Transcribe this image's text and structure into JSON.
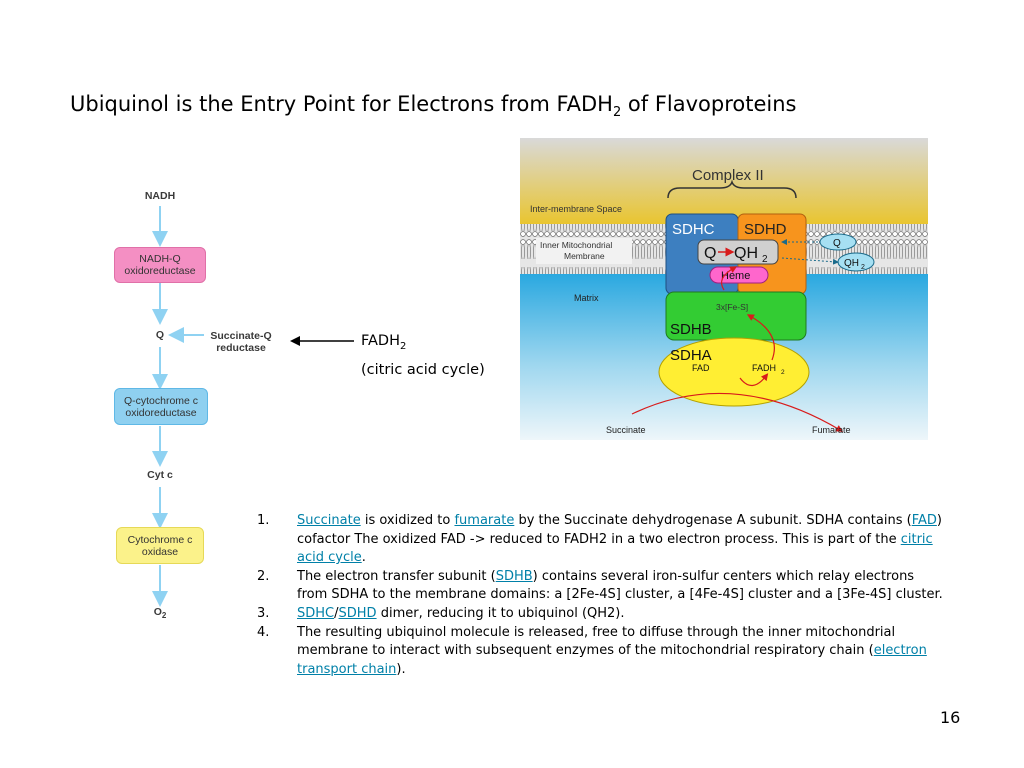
{
  "slide": {
    "title_main": "Ubiquinol is the Entry Point for Electrons from FADH",
    "title_sub": "2",
    "title_tail": " of Flavoproteins",
    "page_number": "16"
  },
  "flow": {
    "nadh": "NADH",
    "complex1_line1": "NADH-Q",
    "complex1_line2": "oxidoreductase",
    "q": "Q",
    "sqr_line1": "Succinate-Q",
    "sqr_line2": "reductase",
    "complex3_line1": "Q-cytochrome c",
    "complex3_line2": "oxidoreductase",
    "cytc": "Cyt c",
    "complex4_line1": "Cytochrome c",
    "complex4_line2": "oxidase",
    "o2": "O",
    "o2_sub": "2",
    "colors": {
      "complex1": "#f48fc3",
      "complex3": "#8fd0f0",
      "complex4": "#fbf28a",
      "arrow": "#8fd2f2"
    }
  },
  "annotation": {
    "fadh": "FADH",
    "fadh_sub": "2",
    "citric": "(citric acid cycle)"
  },
  "complex2": {
    "title": "Complex II",
    "intermembrane": "Inter-membrane Space",
    "inner_membrane_1": "Inner Mitochondrial",
    "inner_membrane_2": "Membrane",
    "matrix": "Matrix",
    "sdhc": "SDHC",
    "sdhd": "SDHD",
    "q_to_qh2": "Q",
    "qh2": "QH",
    "qh2_sub": "2",
    "heme": "Heme",
    "q_right": "Q",
    "qh2_right": "QH",
    "fes": "3x[Fe-S]",
    "sdhb": "SDHB",
    "sdha": "SDHA",
    "fad": "FAD",
    "fadh2": "FADH",
    "succinate": "Succinate",
    "fumarate": "Fumarate",
    "colors": {
      "sdhc": "#3d7fc0",
      "sdhd": "#f7941d",
      "sdhb": "#33cc33",
      "sdha": "#ffee33",
      "heme": "#ff66cc"
    }
  },
  "notes": [
    {
      "num": "1.",
      "a1": "Succinate",
      "t1": " is oxidized to ",
      "a2": "fumarate",
      "t2": " by the Succinate dehydrogenase A subunit. SDHA contains (",
      "a3": "FAD",
      "t3": ") cofactor The oxidized FAD -> reduced to FADH2 in a two electron process. This is part of the ",
      "a4": "citric acid cycle",
      "t4": "."
    },
    {
      "num": "2.",
      "t1": "The electron transfer subunit (",
      "a1": "SDHB",
      "t2": ") contains several iron-sulfur centers which relay electrons from SDHA to the membrane domains: a [2Fe-4S] cluster, a [4Fe-4S] cluster and a [3Fe-4S] cluster."
    },
    {
      "num": "3.",
      "a1": "SDHC",
      "t1": "/",
      "a2": "SDHD",
      "t2": " dimer, reducing it to ubiquinol (QH2)."
    },
    {
      "num": "4.",
      "t1": "The resulting ubiquinol molecule is released, free to diffuse through the inner mitochondrial membrane to interact with subsequent enzymes of the mitochondrial respiratory chain (",
      "a1": "electron transport chain",
      "t2": ")."
    }
  ]
}
